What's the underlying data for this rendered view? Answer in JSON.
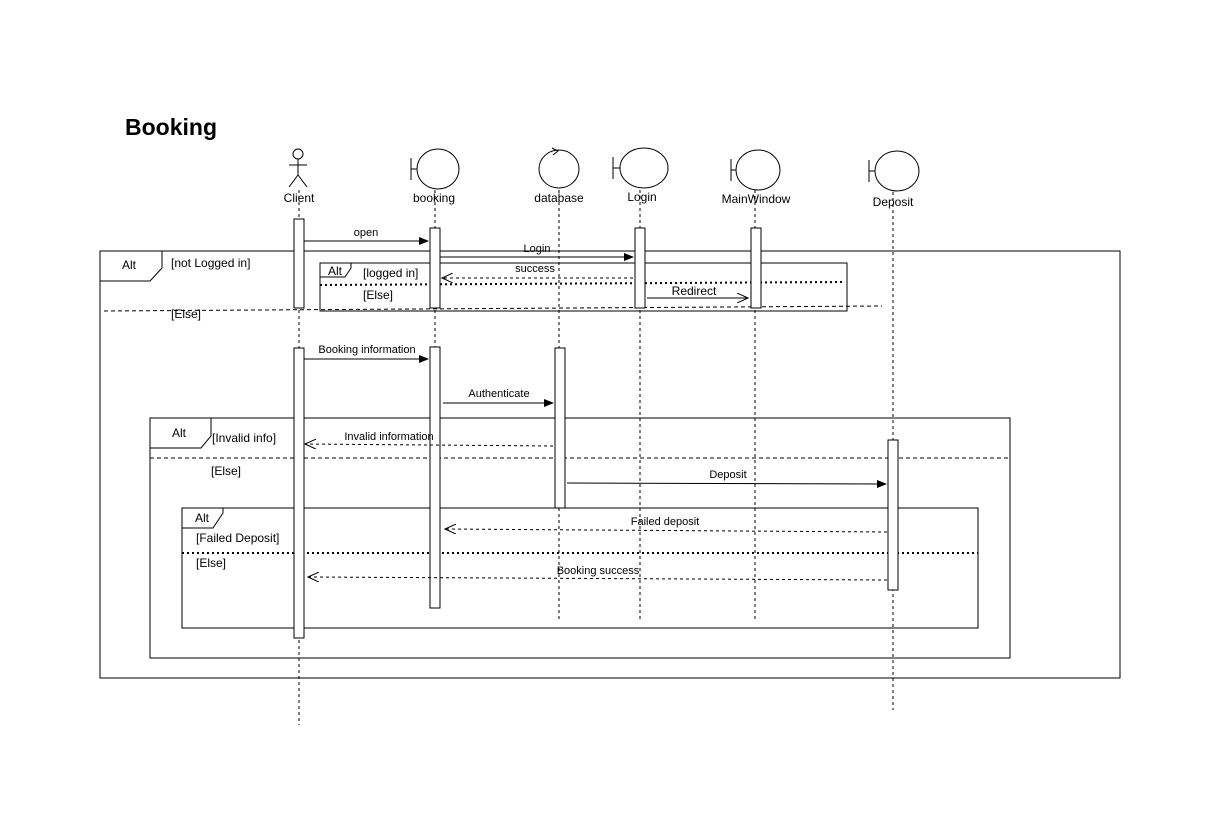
{
  "title": "Booking",
  "participants": [
    {
      "id": "client",
      "name": "Client",
      "kind": "actor"
    },
    {
      "id": "booking",
      "name": "booking",
      "kind": "boundary"
    },
    {
      "id": "database",
      "name": "database",
      "kind": "control"
    },
    {
      "id": "login",
      "name": "Login",
      "kind": "boundary"
    },
    {
      "id": "mainwindow",
      "name": "MainWindow",
      "kind": "boundary"
    },
    {
      "id": "deposit",
      "name": "Deposit",
      "kind": "boundary"
    }
  ],
  "fragments": [
    {
      "operator": "Alt",
      "guards": [
        "[not Logged in]",
        "[Else]"
      ]
    },
    {
      "operator": "Alt",
      "guards": [
        "[logged in]",
        "[Else]"
      ]
    },
    {
      "operator": "Alt",
      "guards": [
        "[Invalid info]",
        "[Else]"
      ]
    },
    {
      "operator": "Alt",
      "guards": [
        "[Failed Deposit]",
        "[Else]"
      ]
    }
  ],
  "messages": [
    {
      "label": "open",
      "from": "client",
      "to": "booking",
      "style": "sync"
    },
    {
      "label": "Login",
      "from": "booking",
      "to": "login",
      "style": "sync"
    },
    {
      "label": "success",
      "from": "login",
      "to": "booking",
      "style": "reply"
    },
    {
      "label": "Redirect",
      "from": "login",
      "to": "mainwindow",
      "style": "async"
    },
    {
      "label": "Booking information",
      "from": "client",
      "to": "booking",
      "style": "sync"
    },
    {
      "label": "Authenticate",
      "from": "booking",
      "to": "database",
      "style": "sync"
    },
    {
      "label": "Invalid information",
      "from": "database",
      "to": "client",
      "style": "reply"
    },
    {
      "label": "Deposit",
      "from": "database",
      "to": "deposit",
      "style": "sync"
    },
    {
      "label": "Failed deposit",
      "from": "deposit",
      "to": "booking",
      "style": "reply"
    },
    {
      "label": "Booking success",
      "from": "deposit",
      "to": "client",
      "style": "reply"
    }
  ]
}
